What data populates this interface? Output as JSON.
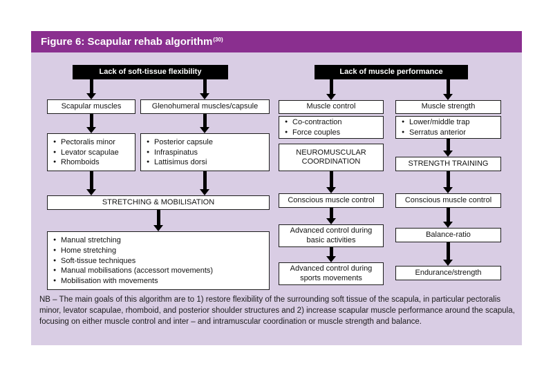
{
  "figure": {
    "title": "Figure 6: Scapular rehab algorithm",
    "citation": "(30)"
  },
  "colors": {
    "header_purple": "#8a2f8f",
    "panel_lavender": "#d9cde4",
    "box_border": "#1a1a1a",
    "black_box": "#000000"
  },
  "flexibility": {
    "root": "Lack of soft-tissue flexibility",
    "scapular": {
      "label": "Scapular muscles",
      "bullets": [
        "Pectoralis minor",
        "Levator scapulae",
        "Rhomboids"
      ]
    },
    "glenohumeral": {
      "label": "Glenohumeral muscles/capsule",
      "bullets": [
        "Posterior capsule",
        "Infraspinatus",
        "Lattisimus dorsi"
      ]
    },
    "merge": "STRETCHING & MOBILISATION",
    "methods": [
      "Manual stretching",
      "Home stretching",
      "Soft-tissue techniques",
      "Manual mobilisations (accessort movements)",
      "Mobilisation with movements"
    ]
  },
  "performance": {
    "root": "Lack of muscle performance",
    "control": {
      "label": "Muscle control",
      "bullets": [
        "Co-contraction",
        "Force couples"
      ],
      "coordination": "NEUROMUSCULAR COORDINATION",
      "step1": "Conscious muscle control",
      "step2": "Advanced control during basic activities",
      "step3": "Advanced control during sports movements"
    },
    "strength": {
      "label": "Muscle strength",
      "bullets": [
        "Lower/middle trap",
        "Serratus anterior"
      ],
      "training": "STRENGTH TRAINING",
      "step1": "Conscious muscle control",
      "step2": "Balance-ratio",
      "step3": "Endurance/strength"
    }
  },
  "note": "NB – The main goals of this algorithm are to 1) restore flexibility of the surrounding soft tissue of the scapula, in particular pectoralis minor, levator scapulae, rhomboid, and posterior shoulder structures and 2) increase scapular muscle performance around the scapula, focusing on either muscle control and inter – and intramuscular coordination or muscle strength and balance."
}
